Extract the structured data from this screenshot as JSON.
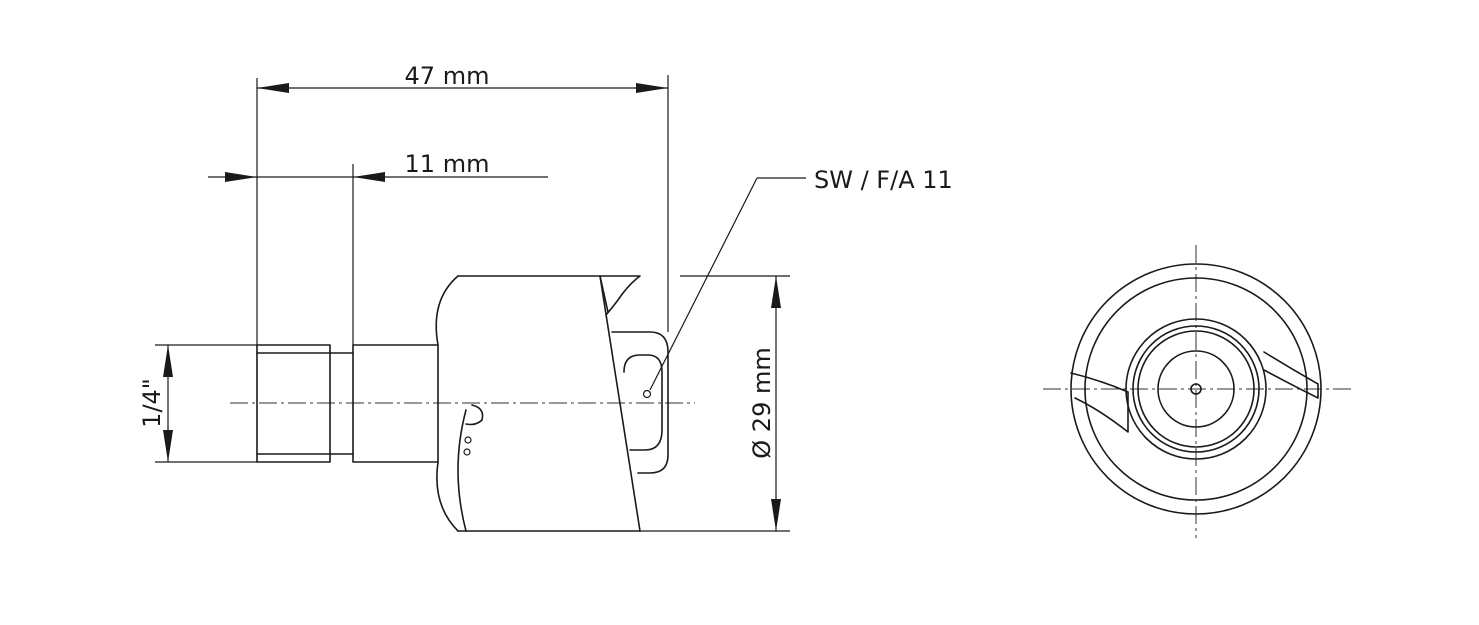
{
  "labels": {
    "overall_length": "47 mm",
    "hex_length": "11 mm",
    "wrench_size": "SW / F/A 11",
    "thread_size": "1/4\"",
    "diameter": "Ø 29 mm"
  }
}
